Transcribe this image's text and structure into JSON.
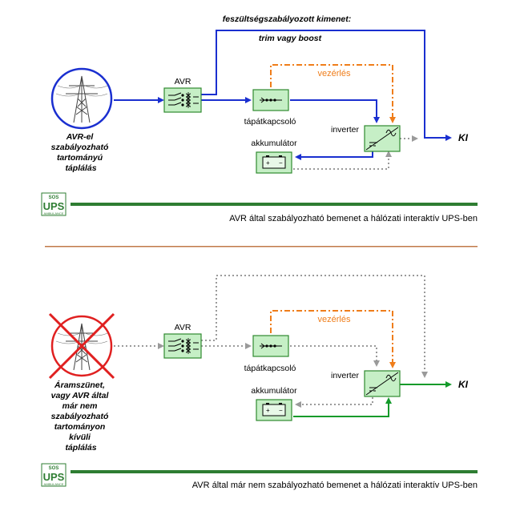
{
  "colors": {
    "active": "#1a2fd0",
    "green_flow": "#139a2a",
    "inactive": "#9a9a9a",
    "control": "#ef7d1a",
    "box_fill": "#c6efc6",
    "box_border": "#2f8a2f",
    "brand_bar": "#2e7d32",
    "divider": "#c07a48",
    "cross": "#e02020"
  },
  "top": {
    "output_title": "feszültségszabályozott kimenet:",
    "output_subtitle": "trim vagy boost",
    "control_label": "vezérlés",
    "avr_label": "AVR",
    "switch_label": "tápátkapcsoló",
    "inverter_label": "inverter",
    "battery_label": "akkumulátor",
    "out_label": "KI",
    "source_lines": [
      "AVR-el",
      "szabályozható",
      "tartományú",
      "táplálás"
    ],
    "caption": "AVR által szabályozható bemenet a hálózati interaktív UPS-ben"
  },
  "bottom": {
    "control_label": "vezérlés",
    "avr_label": "AVR",
    "switch_label": "tápátkapcsoló",
    "inverter_label": "inverter",
    "battery_label": "akkumulátor",
    "out_label": "KI",
    "source_lines": [
      "Áramszünet,",
      "vagy AVR által",
      "már nem",
      "szabályozható",
      "tartományon",
      "kívüli",
      "táplálás"
    ],
    "caption": "AVR által már nem szabályozható bemenet a hálózati interaktív UPS-ben"
  },
  "brand": {
    "logo_top": "SOS",
    "logo_main": "UPS",
    "logo_bottom": "AMBULANCE"
  }
}
